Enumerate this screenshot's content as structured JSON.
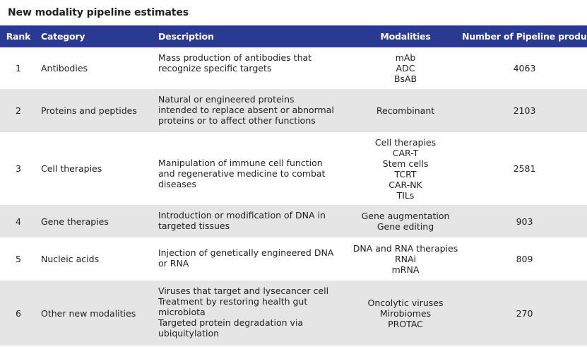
{
  "title": "New modality pipeline estimates",
  "colors": {
    "header_bg": "#2a3991",
    "header_text": "#ffffff",
    "shaded_row": "#e5e5e5"
  },
  "headers": {
    "rank": "Rank",
    "category": "Category",
    "description": "Description",
    "modalities": "Modalities",
    "count": "Number of Pipeline products"
  },
  "rows": [
    {
      "rank": "1",
      "category": "Antibodies",
      "description": [
        "Mass production of antibodies that",
        "recognize specific targets"
      ],
      "modalities": [
        "mAb",
        "ADC",
        "BsAB"
      ],
      "count": "4063"
    },
    {
      "rank": "2",
      "category": "Proteins and peptides",
      "description": [
        "Natural or engineered proteins",
        "intended to replace absent or abnormal",
        "proteins or to affect other functions"
      ],
      "modalities": [
        "Recombinant"
      ],
      "count": "2103"
    },
    {
      "rank": "3",
      "category": "Cell therapies",
      "description": [
        "Manipulation of immune cell function",
        "and regenerative medicine to combat",
        "diseases"
      ],
      "modalities": [
        "Cell therapies",
        "CAR-T",
        "Stem cells",
        "TCRT",
        "CAR-NK",
        "TILs"
      ],
      "count": "2581"
    },
    {
      "rank": "4",
      "category": "Gene therapies",
      "description": [
        "Introduction or modification of DNA in",
        "targeted tissues"
      ],
      "modalities": [
        "Gene augmentation",
        "Gene editing"
      ],
      "count": "903"
    },
    {
      "rank": "5",
      "category": "Nucleic acids",
      "description": [
        "Injection of genetically engineered DNA",
        "or RNA"
      ],
      "modalities": [
        "DNA and RNA therapies",
        "RNAi",
        "mRNA"
      ],
      "count": "809"
    },
    {
      "rank": "6",
      "category": "Other new modalities",
      "description": [
        "Viruses that target and lysecancer cell",
        "Treatment by restoring health  gut",
        "microbiota",
        "Targeted protein degradation via",
        "ubiquitylation"
      ],
      "modalities": [
        "Oncolytic viruses",
        "Mirobiomes",
        "PROTAC"
      ],
      "count": "270"
    }
  ]
}
